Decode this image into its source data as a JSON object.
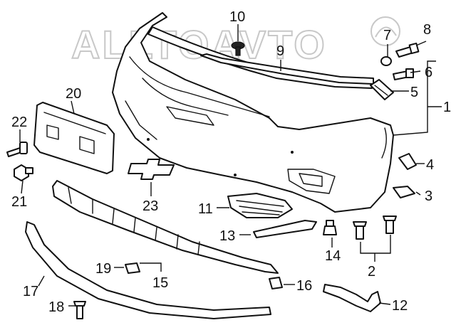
{
  "watermark": "ALLTOAVTO",
  "callouts": [
    "1",
    "2",
    "3",
    "4",
    "5",
    "6",
    "7",
    "8",
    "9",
    "10",
    "11",
    "12",
    "13",
    "14",
    "15",
    "16",
    "17",
    "18",
    "19",
    "20",
    "21",
    "22",
    "23"
  ]
}
